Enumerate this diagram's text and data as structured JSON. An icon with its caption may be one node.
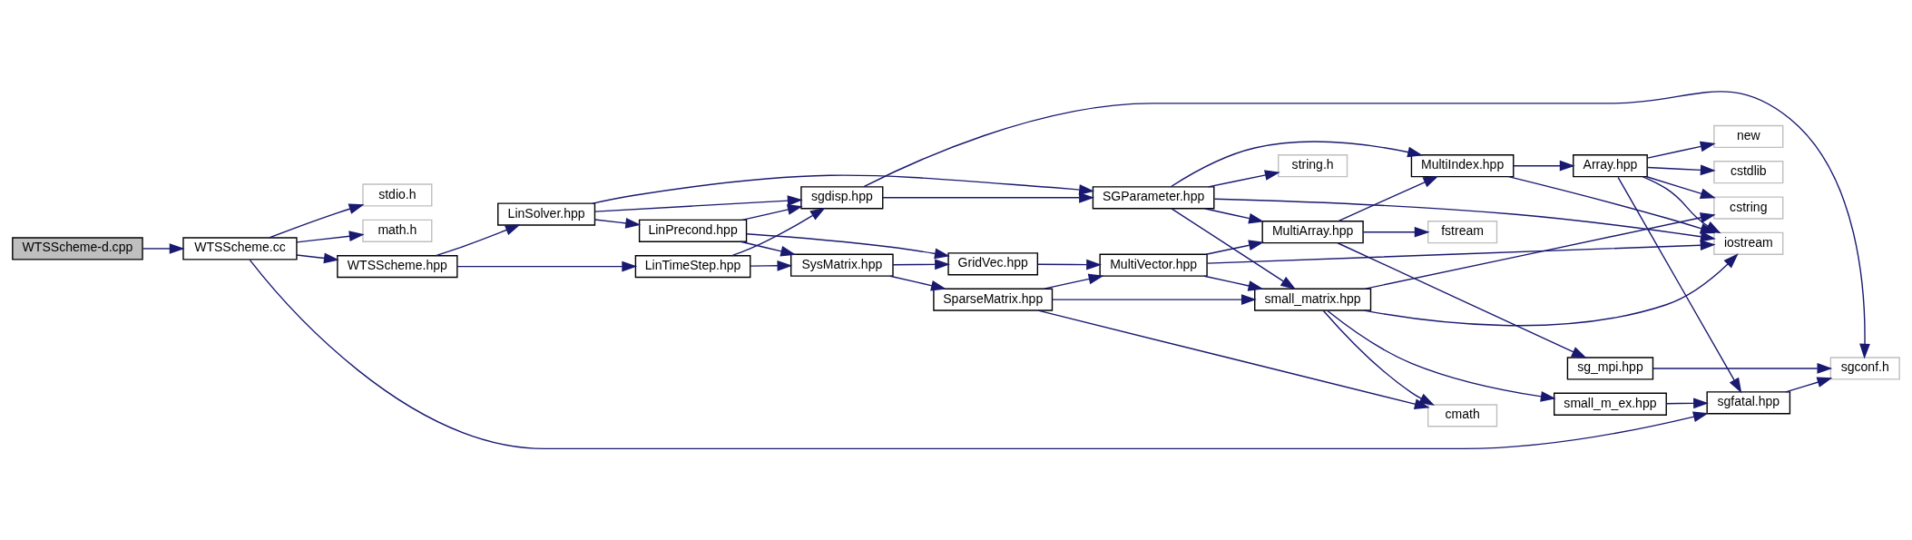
{
  "diagram": {
    "nodes": [
      {
        "text": [
          "WTSScheme-d.cpp"
        ]
      },
      {
        "text": [
          "WTSScheme.cc"
        ]
      },
      {
        "text": [
          "stdio.h"
        ]
      },
      {
        "text": [
          "math.h"
        ]
      },
      {
        "text": [
          "WTSScheme.hpp"
        ]
      },
      {
        "text": [
          "LinSolver.hpp"
        ]
      },
      {
        "text": [
          "LinPrecond.hpp"
        ]
      },
      {
        "text": [
          "LinTimeStep.hpp"
        ]
      },
      {
        "text": [
          "sgdisp.hpp"
        ]
      },
      {
        "text": [
          "SysMatrix.hpp"
        ]
      },
      {
        "text": [
          "GridVec.hpp"
        ]
      },
      {
        "text": [
          "SparseMatrix.hpp"
        ]
      },
      {
        "text": [
          "SGParameter.hpp"
        ]
      },
      {
        "text": [
          "MultiVector.hpp"
        ]
      },
      {
        "text": [
          "string.h"
        ]
      },
      {
        "text": [
          "MultiIndex.hpp"
        ]
      },
      {
        "text": [
          "MultiArray.hpp"
        ]
      },
      {
        "text": [
          "fstream"
        ]
      },
      {
        "text": [
          "small_matrix.hpp"
        ]
      },
      {
        "text": [
          "iostream"
        ]
      },
      {
        "text": [
          "Array.hpp"
        ]
      },
      {
        "text": [
          "new"
        ]
      },
      {
        "text": [
          "cstdlib"
        ]
      },
      {
        "text": [
          "cstring"
        ]
      },
      {
        "text": [
          "sg_mpi.hpp"
        ]
      },
      {
        "text": [
          "cmath"
        ]
      },
      {
        "text": [
          "small_m_ex.hpp"
        ]
      },
      {
        "text": [
          "sgfatal.hpp"
        ]
      },
      {
        "text": [
          "sgconf.h"
        ]
      }
    ],
    "edges": [
      {
        "from": 0,
        "to": 1,
        "arrow": "to"
      },
      {
        "from": 1,
        "to": 2,
        "arrow": "to"
      },
      {
        "from": 1,
        "to": 3,
        "arrow": "to"
      },
      {
        "from": 1,
        "to": 4,
        "arrow": "to"
      },
      {
        "from": 1,
        "to": 27,
        "arrow": "to"
      },
      {
        "from": 4,
        "to": 5,
        "arrow": "to"
      },
      {
        "from": 4,
        "to": 7,
        "arrow": "to"
      },
      {
        "from": 5,
        "to": 12,
        "arrow": "to"
      },
      {
        "from": 5,
        "to": 8,
        "arrow": "to"
      },
      {
        "from": 5,
        "to": 6,
        "arrow": "to"
      },
      {
        "from": 6,
        "to": 8,
        "arrow": "to"
      },
      {
        "from": 6,
        "to": 9,
        "arrow": "to"
      },
      {
        "from": 6,
        "to": 10,
        "arrow": "to"
      },
      {
        "from": 7,
        "to": 8,
        "arrow": "to"
      },
      {
        "from": 7,
        "to": 9,
        "arrow": "to"
      },
      {
        "from": 8,
        "to": 12,
        "arrow": "to"
      },
      {
        "from": 8,
        "to": 28,
        "arrow": "to"
      },
      {
        "from": 9,
        "to": 10,
        "arrow": "to"
      },
      {
        "from": 9,
        "to": 11,
        "arrow": "to"
      },
      {
        "from": 10,
        "to": 13,
        "arrow": "to"
      },
      {
        "from": 11,
        "to": 13,
        "arrow": "to"
      },
      {
        "from": 11,
        "to": 18,
        "arrow": "to"
      },
      {
        "from": 11,
        "to": 25,
        "arrow": "to"
      },
      {
        "from": 12,
        "to": 19,
        "arrow": "to"
      },
      {
        "from": 12,
        "to": 14,
        "arrow": "to"
      },
      {
        "from": 12,
        "to": 15,
        "arrow": "to"
      },
      {
        "from": 12,
        "to": 16,
        "arrow": "to"
      },
      {
        "from": 12,
        "to": 18,
        "arrow": "to"
      },
      {
        "from": 13,
        "to": 16,
        "arrow": "to"
      },
      {
        "from": 13,
        "to": 19,
        "arrow": "to"
      },
      {
        "from": 13,
        "to": 18,
        "arrow": "to"
      },
      {
        "from": 16,
        "to": 15,
        "arrow": "to"
      },
      {
        "from": 16,
        "to": 17,
        "arrow": "to"
      },
      {
        "from": 16,
        "to": 24,
        "arrow": "to"
      },
      {
        "from": 15,
        "to": 19,
        "arrow": "to"
      },
      {
        "from": 15,
        "to": 20,
        "arrow": "to"
      },
      {
        "from": 18,
        "to": 19,
        "arrow": "to"
      },
      {
        "from": 18,
        "to": 23,
        "arrow": "to"
      },
      {
        "from": 18,
        "to": 25,
        "arrow": "to"
      },
      {
        "from": 18,
        "to": 26,
        "arrow": "to"
      },
      {
        "from": 20,
        "to": 19,
        "arrow": "to"
      },
      {
        "from": 20,
        "to": 21,
        "arrow": "to"
      },
      {
        "from": 20,
        "to": 22,
        "arrow": "to"
      },
      {
        "from": 20,
        "to": 23,
        "arrow": "to"
      },
      {
        "from": 20,
        "to": 27,
        "arrow": "to"
      },
      {
        "from": 24,
        "to": 28,
        "arrow": "to"
      },
      {
        "from": 26,
        "to": 27,
        "arrow": "to"
      },
      {
        "from": 27,
        "to": 28,
        "arrow": "to"
      }
    ]
  }
}
